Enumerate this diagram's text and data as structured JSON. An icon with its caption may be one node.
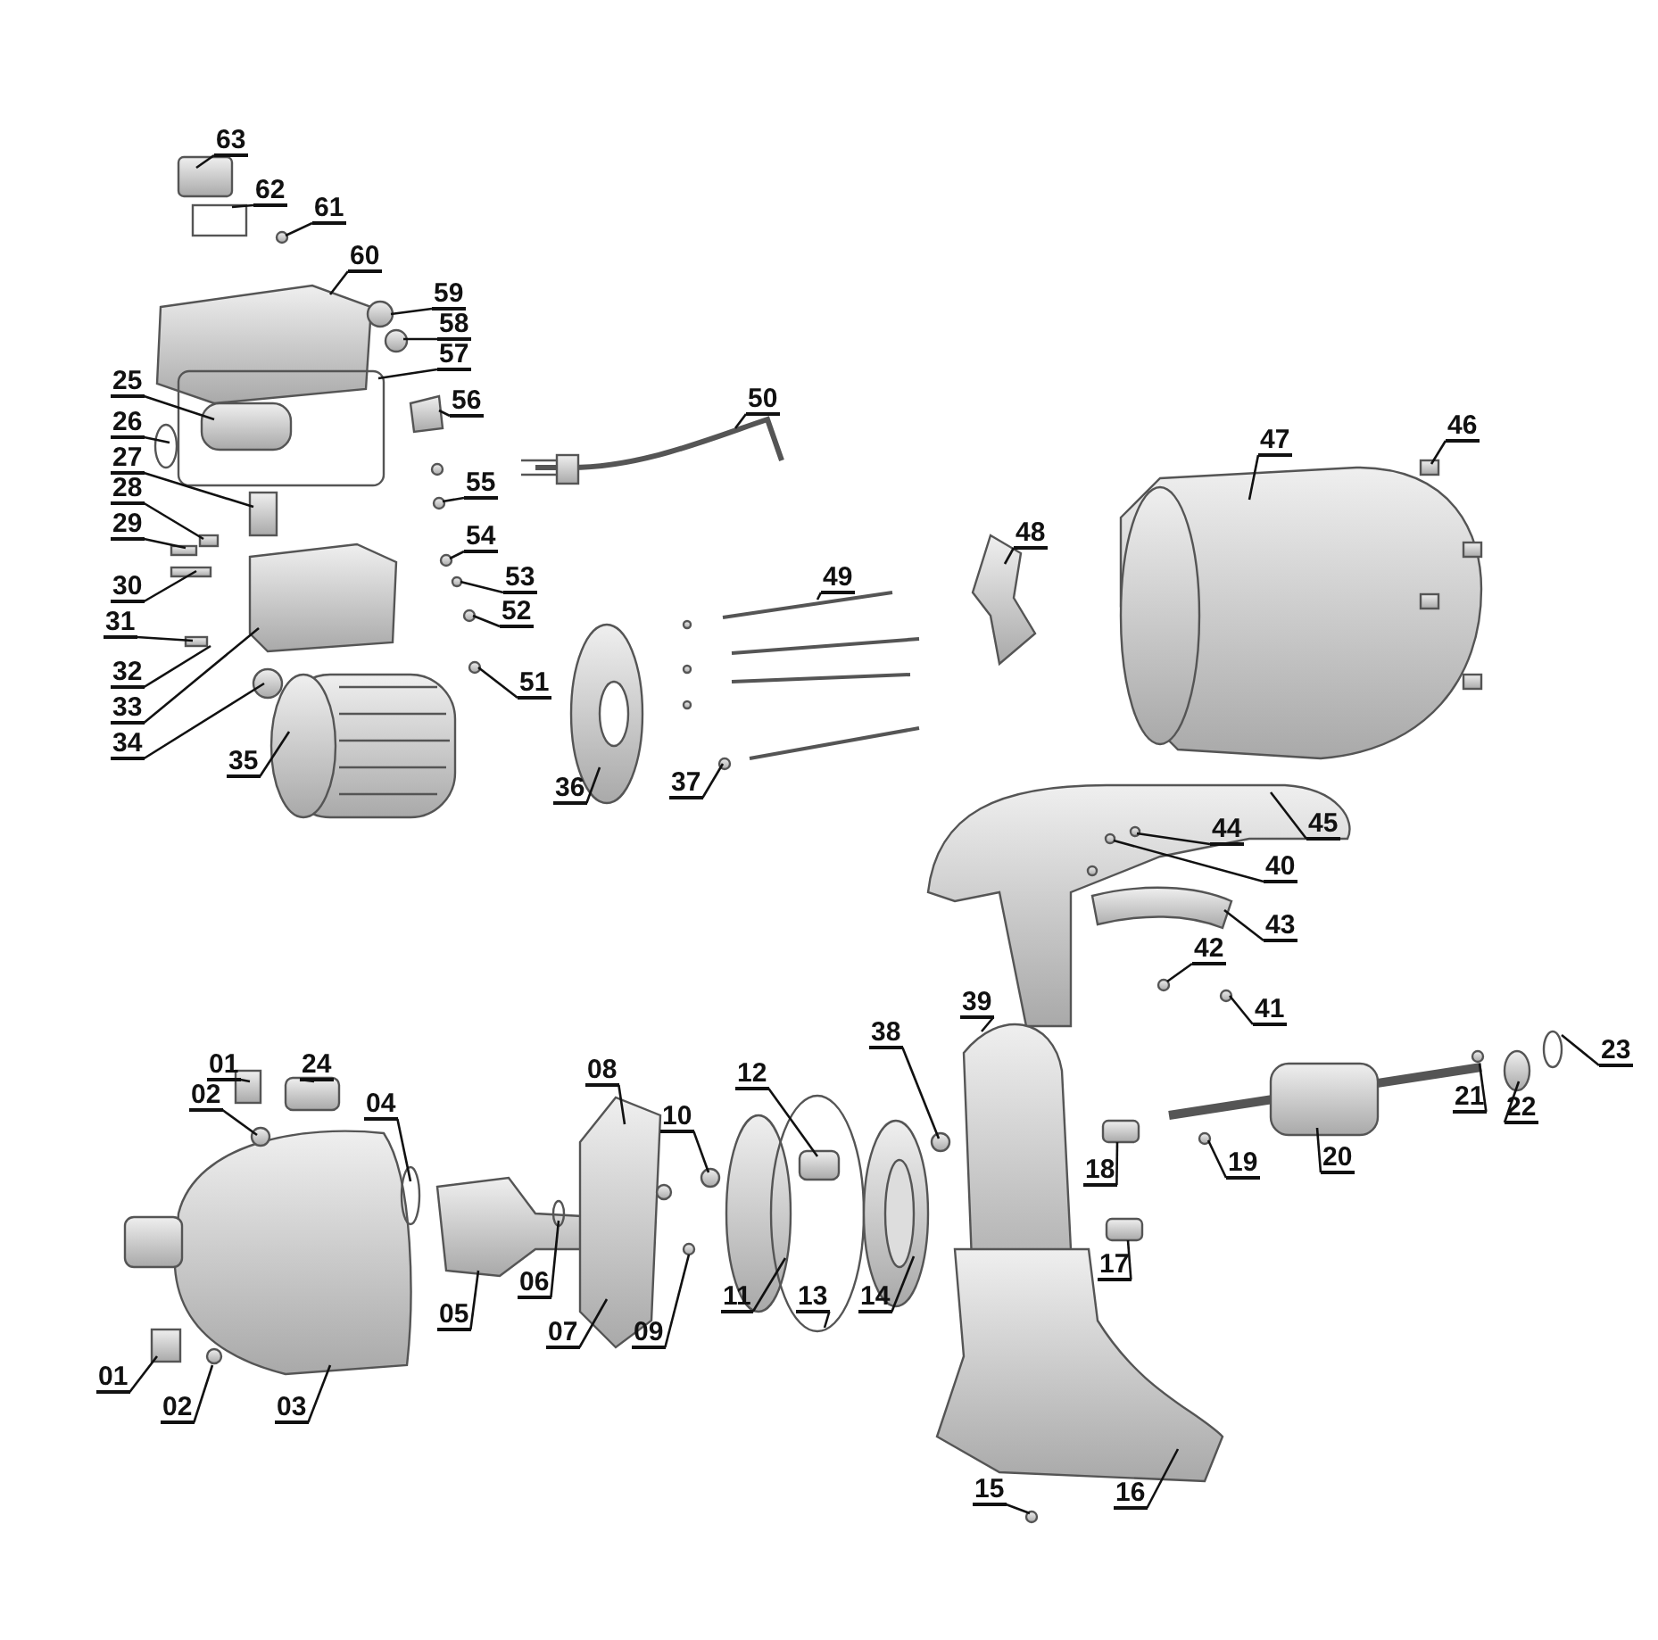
{
  "diagram": {
    "nodes": [
      {
        "text": [
          "63"
        ]
      },
      {
        "text": [
          "62"
        ]
      },
      {
        "text": [
          "61"
        ]
      },
      {
        "text": [
          "60"
        ]
      },
      {
        "text": [
          "59"
        ]
      },
      {
        "text": [
          "58"
        ]
      },
      {
        "text": [
          "57"
        ]
      },
      {
        "text": [
          "25"
        ]
      },
      {
        "text": [
          "56"
        ]
      },
      {
        "text": [
          "50"
        ]
      },
      {
        "text": [
          "26"
        ]
      },
      {
        "text": [
          "27"
        ]
      },
      {
        "text": [
          "55"
        ]
      },
      {
        "text": [
          "28"
        ]
      },
      {
        "text": [
          "29"
        ]
      },
      {
        "text": [
          "54"
        ]
      },
      {
        "text": [
          "30"
        ]
      },
      {
        "text": [
          "53"
        ]
      },
      {
        "text": [
          "52"
        ]
      },
      {
        "text": [
          "31"
        ]
      },
      {
        "text": [
          "51"
        ]
      },
      {
        "text": [
          "32"
        ]
      },
      {
        "text": [
          "33"
        ]
      },
      {
        "text": [
          "34"
        ]
      },
      {
        "text": [
          "35"
        ]
      },
      {
        "text": [
          "36"
        ]
      },
      {
        "text": [
          "37"
        ]
      },
      {
        "text": [
          "46"
        ]
      },
      {
        "text": [
          "47"
        ]
      },
      {
        "text": [
          "48"
        ]
      },
      {
        "text": [
          "49"
        ]
      },
      {
        "text": [
          "45"
        ]
      },
      {
        "text": [
          "44"
        ]
      },
      {
        "text": [
          "40"
        ]
      },
      {
        "text": [
          "43"
        ]
      },
      {
        "text": [
          "42"
        ]
      },
      {
        "text": [
          "41"
        ]
      },
      {
        "text": [
          "39"
        ]
      },
      {
        "text": [
          "38"
        ]
      },
      {
        "text": [
          "01"
        ]
      },
      {
        "text": [
          "24"
        ]
      },
      {
        "text": [
          "02"
        ]
      },
      {
        "text": [
          "04"
        ]
      },
      {
        "text": [
          "08"
        ]
      },
      {
        "text": [
          "10"
        ]
      },
      {
        "text": [
          "12"
        ]
      },
      {
        "text": [
          "23"
        ]
      },
      {
        "text": [
          "21"
        ]
      },
      {
        "text": [
          "22"
        ]
      },
      {
        "text": [
          "18"
        ]
      },
      {
        "text": [
          "19"
        ]
      },
      {
        "text": [
          "20"
        ]
      },
      {
        "text": [
          "05"
        ]
      },
      {
        "text": [
          "06"
        ]
      },
      {
        "text": [
          "07"
        ]
      },
      {
        "text": [
          "09"
        ]
      },
      {
        "text": [
          "11"
        ]
      },
      {
        "text": [
          "13"
        ]
      },
      {
        "text": [
          "14"
        ]
      },
      {
        "text": [
          "17"
        ]
      },
      {
        "text": [
          "01"
        ]
      },
      {
        "text": [
          "02"
        ]
      },
      {
        "text": [
          "03"
        ]
      },
      {
        "text": [
          "15"
        ]
      },
      {
        "text": [
          "16"
        ]
      }
    ],
    "edges": [
      {
        "from": 0,
        "to": null,
        "arrow": "none"
      },
      {
        "from": 1,
        "to": null,
        "arrow": "none"
      },
      {
        "from": 2,
        "to": null,
        "arrow": "none"
      },
      {
        "from": 3,
        "to": null,
        "arrow": "none"
      },
      {
        "from": 4,
        "to": null,
        "arrow": "none"
      },
      {
        "from": 5,
        "to": null,
        "arrow": "none"
      },
      {
        "from": 6,
        "to": null,
        "arrow": "none"
      },
      {
        "from": 7,
        "to": null,
        "arrow": "none"
      },
      {
        "from": 8,
        "to": null,
        "arrow": "none"
      },
      {
        "from": 9,
        "to": null,
        "arrow": "none"
      },
      {
        "from": 10,
        "to": null,
        "arrow": "none"
      },
      {
        "from": 11,
        "to": null,
        "arrow": "none"
      },
      {
        "from": 12,
        "to": null,
        "arrow": "none"
      },
      {
        "from": 13,
        "to": null,
        "arrow": "none"
      },
      {
        "from": 14,
        "to": null,
        "arrow": "none"
      },
      {
        "from": 15,
        "to": null,
        "arrow": "none"
      },
      {
        "from": 16,
        "to": null,
        "arrow": "none"
      },
      {
        "from": 17,
        "to": null,
        "arrow": "none"
      },
      {
        "from": 18,
        "to": null,
        "arrow": "none"
      },
      {
        "from": 19,
        "to": null,
        "arrow": "none"
      },
      {
        "from": 20,
        "to": null,
        "arrow": "none"
      },
      {
        "from": 21,
        "to": null,
        "arrow": "none"
      },
      {
        "from": 22,
        "to": null,
        "arrow": "none"
      },
      {
        "from": 23,
        "to": null,
        "arrow": "none"
      },
      {
        "from": 24,
        "to": null,
        "arrow": "none"
      },
      {
        "from": 25,
        "to": null,
        "arrow": "none"
      },
      {
        "from": 26,
        "to": null,
        "arrow": "none"
      },
      {
        "from": 27,
        "to": null,
        "arrow": "none"
      },
      {
        "from": 28,
        "to": null,
        "arrow": "none"
      },
      {
        "from": 29,
        "to": null,
        "arrow": "none"
      },
      {
        "from": 30,
        "to": null,
        "arrow": "none"
      },
      {
        "from": 31,
        "to": null,
        "arrow": "none"
      },
      {
        "from": 32,
        "to": null,
        "arrow": "none"
      },
      {
        "from": 33,
        "to": null,
        "arrow": "none"
      },
      {
        "from": 34,
        "to": null,
        "arrow": "none"
      },
      {
        "from": 35,
        "to": null,
        "arrow": "none"
      },
      {
        "from": 36,
        "to": null,
        "arrow": "none"
      },
      {
        "from": 37,
        "to": null,
        "arrow": "none"
      },
      {
        "from": 38,
        "to": null,
        "arrow": "none"
      },
      {
        "from": 39,
        "to": null,
        "arrow": "none"
      },
      {
        "from": 40,
        "to": null,
        "arrow": "none"
      },
      {
        "from": 41,
        "to": null,
        "arrow": "none"
      },
      {
        "from": 42,
        "to": null,
        "arrow": "none"
      },
      {
        "from": 43,
        "to": null,
        "arrow": "none"
      },
      {
        "from": 44,
        "to": null,
        "arrow": "none"
      },
      {
        "from": 45,
        "to": null,
        "arrow": "none"
      },
      {
        "from": 46,
        "to": null,
        "arrow": "none"
      },
      {
        "from": 47,
        "to": null,
        "arrow": "none"
      },
      {
        "from": 48,
        "to": null,
        "arrow": "none"
      },
      {
        "from": 49,
        "to": null,
        "arrow": "none"
      },
      {
        "from": 50,
        "to": null,
        "arrow": "none"
      },
      {
        "from": 51,
        "to": null,
        "arrow": "none"
      },
      {
        "from": 52,
        "to": null,
        "arrow": "none"
      },
      {
        "from": 53,
        "to": null,
        "arrow": "none"
      },
      {
        "from": 54,
        "to": null,
        "arrow": "none"
      },
      {
        "from": 55,
        "to": null,
        "arrow": "none"
      },
      {
        "from": 56,
        "to": null,
        "arrow": "none"
      },
      {
        "from": 57,
        "to": null,
        "arrow": "none"
      },
      {
        "from": 58,
        "to": null,
        "arrow": "none"
      },
      {
        "from": 59,
        "to": null,
        "arrow": "none"
      },
      {
        "from": 60,
        "to": null,
        "arrow": "none"
      },
      {
        "from": 61,
        "to": null,
        "arrow": "none"
      },
      {
        "from": 62,
        "to": null,
        "arrow": "none"
      },
      {
        "from": 63,
        "to": null,
        "arrow": "none"
      },
      {
        "from": 64,
        "to": null,
        "arrow": "none"
      }
    ]
  }
}
